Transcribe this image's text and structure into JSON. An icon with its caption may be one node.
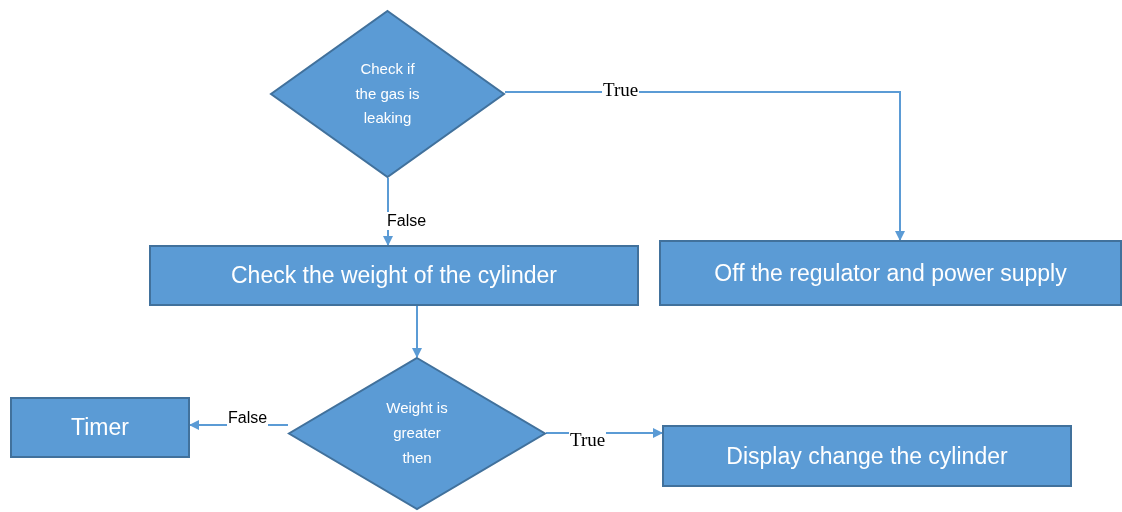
{
  "diagram": {
    "nodes": [
      {
        "text": [
          "Check if the gas is leaking"
        ]
      },
      {
        "text": [
          "Check the weight of the cylinder"
        ]
      },
      {
        "text": [
          "Off the regulator and power supply"
        ]
      },
      {
        "text": [
          "Weight is greater then"
        ]
      },
      {
        "text": [
          "Timer"
        ]
      },
      {
        "text": [
          "Display change the cylinder"
        ]
      }
    ],
    "edges": [
      {
        "from": 0,
        "to": 2,
        "arrow": "to",
        "label": "True"
      },
      {
        "from": 0,
        "to": 1,
        "arrow": "to",
        "label": "False"
      },
      {
        "from": 1,
        "to": 3,
        "arrow": "to"
      },
      {
        "from": 3,
        "to": 4,
        "arrow": "to",
        "label": "False"
      },
      {
        "from": 3,
        "to": 5,
        "arrow": "to",
        "label": "True"
      }
    ]
  }
}
